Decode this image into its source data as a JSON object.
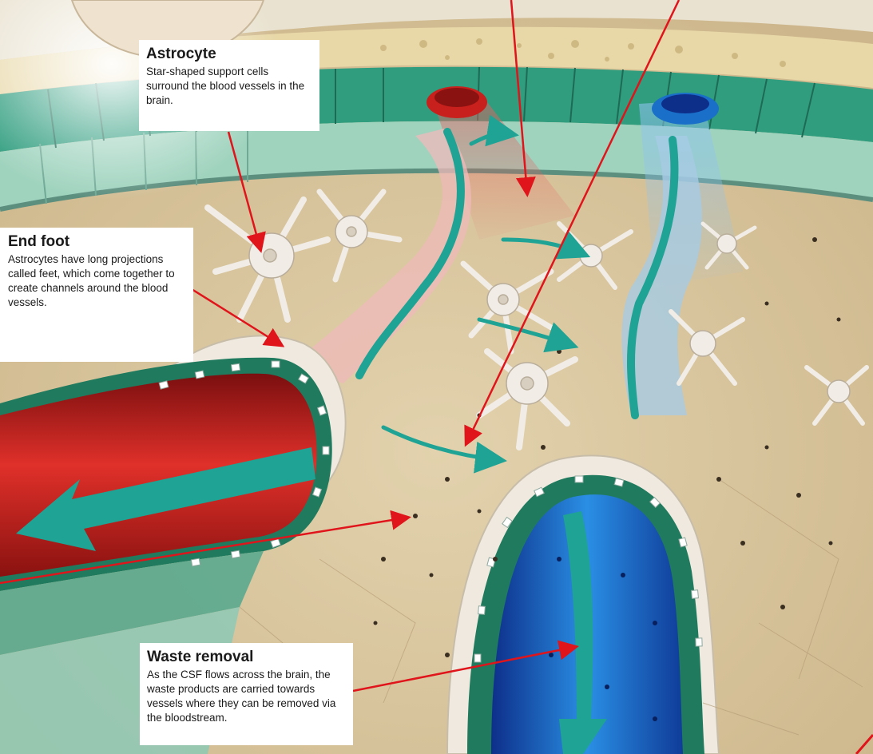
{
  "labels": {
    "astrocyte": {
      "title": "Astrocyte",
      "text": "Star-shaped support cells surround the blood vessels in the brain."
    },
    "end_foot": {
      "title": "End foot",
      "text": "Astrocytes have long projections called feet, which come together to create channels around the blood vessels."
    },
    "waste_removal": {
      "title": "Waste removal",
      "text": "As the CSF flows across the brain, the waste products are carried towards vessels where they can be removed via the bloodstream."
    }
  },
  "colors": {
    "tissue": "#d9c6a0",
    "artery": "#c8201c",
    "vein": "#1a6fc8",
    "vessel_wall": "#1f7a5e",
    "flow_arrow": "#1fa394",
    "pointer": "#e0141b",
    "astrocyte": "#f1ede6"
  }
}
